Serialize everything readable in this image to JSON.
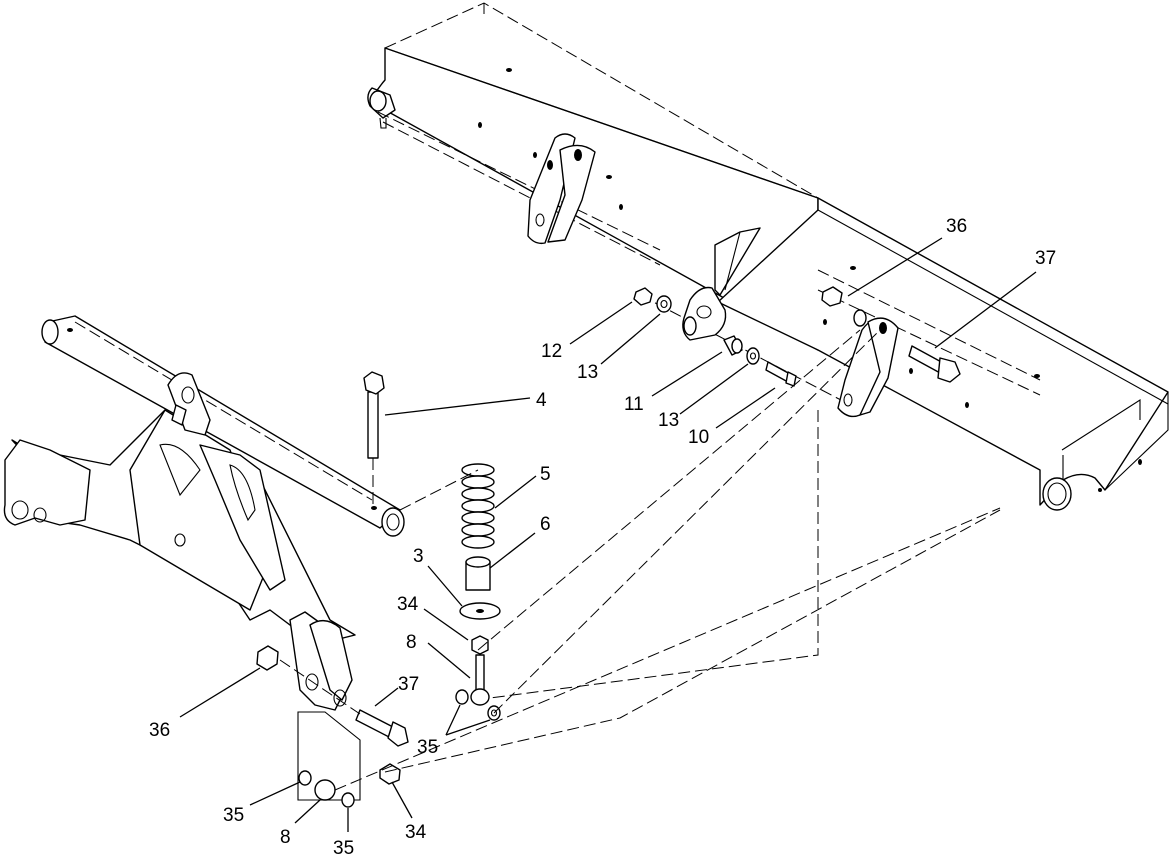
{
  "callouts": [
    {
      "id": "c-36-top",
      "label": "36"
    },
    {
      "id": "c-37-top",
      "label": "37"
    },
    {
      "id": "c-12",
      "label": "12"
    },
    {
      "id": "c-13-a",
      "label": "13"
    },
    {
      "id": "c-11",
      "label": "11"
    },
    {
      "id": "c-13-b",
      "label": "13"
    },
    {
      "id": "c-10",
      "label": "10"
    },
    {
      "id": "c-4",
      "label": "4"
    },
    {
      "id": "c-5",
      "label": "5"
    },
    {
      "id": "c-6",
      "label": "6"
    },
    {
      "id": "c-3",
      "label": "3"
    },
    {
      "id": "c-34-mid",
      "label": "34"
    },
    {
      "id": "c-8-mid",
      "label": "8"
    },
    {
      "id": "c-35-mid",
      "label": "35"
    },
    {
      "id": "c-37-bottom",
      "label": "37"
    },
    {
      "id": "c-36-bottom",
      "label": "36"
    },
    {
      "id": "c-35-bottom-left",
      "label": "35"
    },
    {
      "id": "c-8-bottom",
      "label": "8"
    },
    {
      "id": "c-35-bottom",
      "label": "35"
    },
    {
      "id": "c-34-bottom",
      "label": "34"
    }
  ]
}
